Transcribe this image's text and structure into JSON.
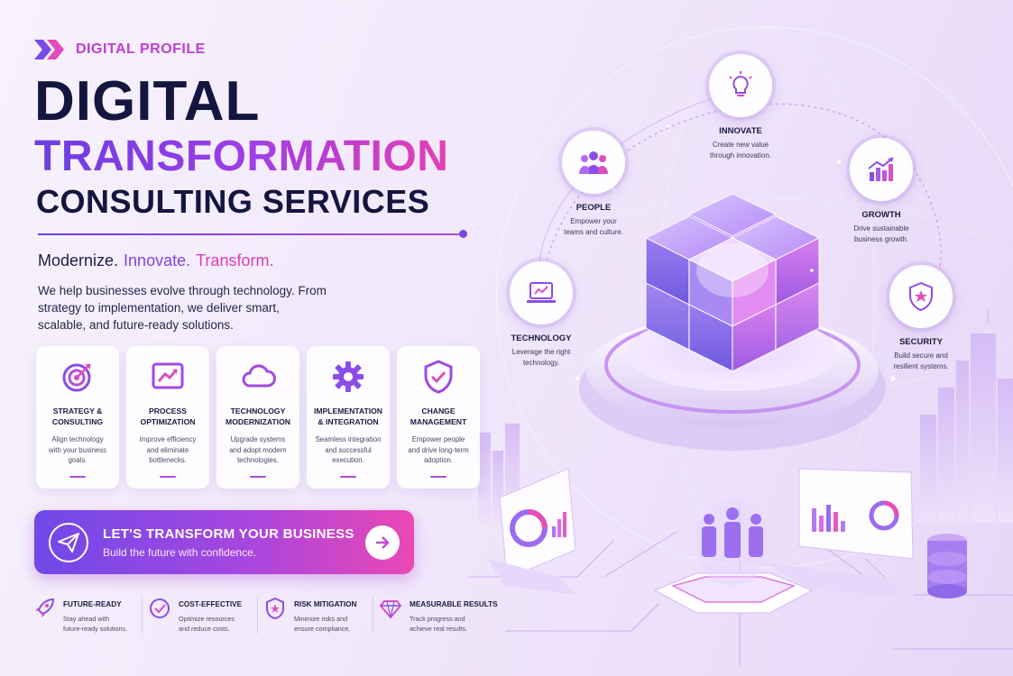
{
  "header": {
    "eyebrow": "DIGITAL PROFILE",
    "title_line1": "DIGITAL",
    "title_line2": "TRANSFORMATION",
    "title_line3": "CONSULTING SERVICES",
    "tagline": [
      "Modernize.",
      "Innovate.",
      "Transform."
    ],
    "intro": "We help businesses evolve through technology. From strategy to implementation, we deliver smart, scalable, and future-ready solutions."
  },
  "services": [
    {
      "icon": "target-icon",
      "title": "STRATEGY &\nCONSULTING",
      "desc": "Align technology\nwith your business\ngoals."
    },
    {
      "icon": "trend-chart-icon",
      "title": "PROCESS\nOPTIMIZATION",
      "desc": "Improve efficiency\nand eliminate\nbottlenecks."
    },
    {
      "icon": "cloud-icon",
      "title": "TECHNOLOGY\nMODERNIZATION",
      "desc": "Upgrade systems\nand adopt modern\ntechnologies."
    },
    {
      "icon": "gear-icon",
      "title": "IMPLEMENTATION\n& INTEGRATION",
      "desc": "Seamless integration\nand successful\nexecution."
    },
    {
      "icon": "shield-check-icon",
      "title": "CHANGE\nMANAGEMENT",
      "desc": "Empower people\nand drive long-term\nadoption."
    }
  ],
  "cta": {
    "title": "LET'S TRANSFORM YOUR BUSINESS",
    "subtitle": "Build the future with confidence."
  },
  "features": [
    {
      "icon": "rocket-icon",
      "title": "FUTURE-READY",
      "desc": "Stay ahead with\nfuture-ready solutions."
    },
    {
      "icon": "check-circle-icon",
      "title": "COST-EFFECTIVE",
      "desc": "Optimize resources\nand reduce costs."
    },
    {
      "icon": "shield-star-icon",
      "title": "RISK MITIGATION",
      "desc": "Minimize risks and\nensure compliance."
    },
    {
      "icon": "diamond-icon",
      "title": "MEASURABLE RESULTS",
      "desc": "Track progress and\nachieve real results."
    }
  ],
  "orbit": {
    "innovate": {
      "title": "INNOVATE",
      "desc": "Create new value\nthrough innovation."
    },
    "people": {
      "title": "PEOPLE",
      "desc": "Empower your\nteams and culture."
    },
    "growth": {
      "title": "GROWTH",
      "desc": "Drive sustainable\nbusiness growth."
    },
    "technology": {
      "title": "TECHNOLOGY",
      "desc": "Leverage the right\ntechnology."
    },
    "security": {
      "title": "SECURITY",
      "desc": "Build secure and\nresilient systems."
    }
  },
  "colors": {
    "navy": "#141640",
    "violet": "#8442e0",
    "magenta": "#d83fb6",
    "accent_gradient": [
      "#6f49e8",
      "#a646e0",
      "#ec47b4"
    ]
  }
}
